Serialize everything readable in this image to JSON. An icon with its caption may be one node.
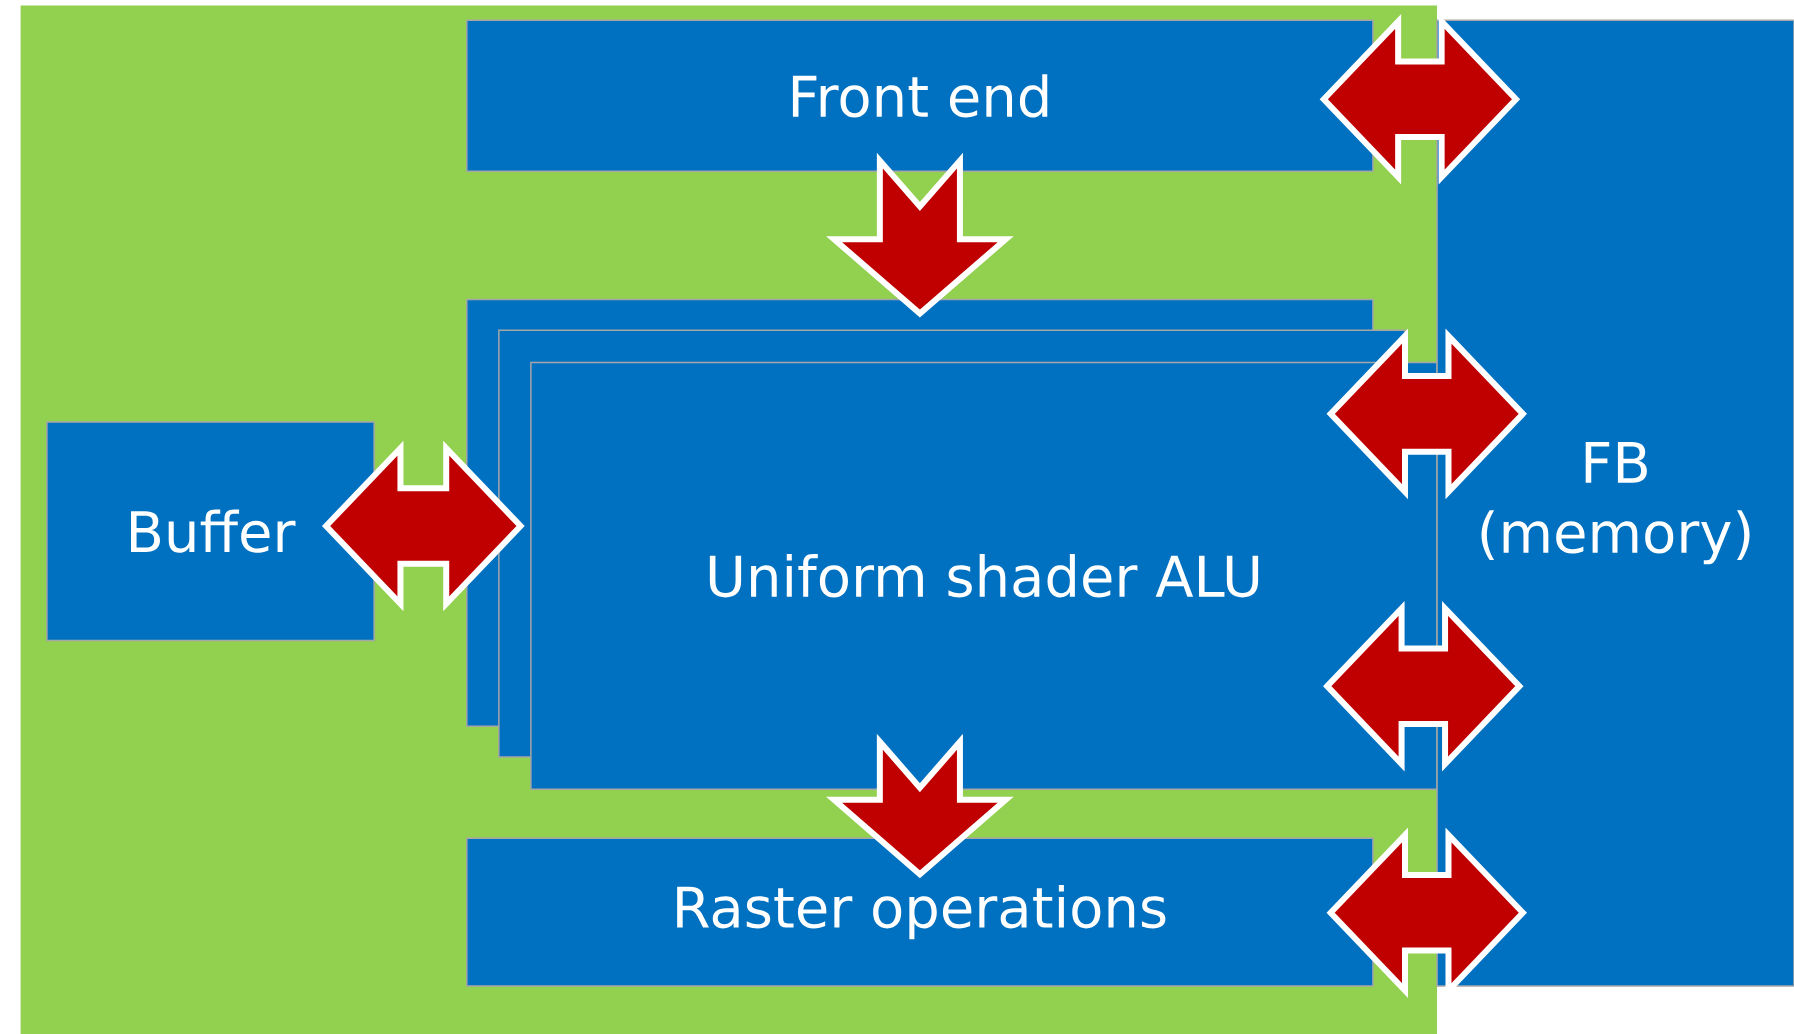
{
  "diagram": {
    "nodes": [
      {
        "text": [],
        "shape": "box"
      },
      {
        "text": [
          "Front end"
        ],
        "in": 0
      },
      {
        "text": [
          "Buffer"
        ],
        "in": 0
      },
      {
        "text": [],
        "shape": "box",
        "in": 0
      },
      {
        "text": [],
        "shape": "box",
        "in": 0
      },
      {
        "text": [
          "Uniform shader ALU"
        ],
        "in": 0
      },
      {
        "text": [
          "Raster operations"
        ],
        "in": 0
      },
      {
        "text": [
          "FB (memory)"
        ]
      }
    ],
    "edges": [
      {
        "from": 1,
        "to": 5,
        "arrow": "to"
      },
      {
        "from": 5,
        "to": 6,
        "arrow": "to"
      },
      {
        "from": 2,
        "to": 5,
        "arrow": "both"
      },
      {
        "from": 1,
        "to": 7,
        "arrow": "both"
      },
      {
        "from": 5,
        "to": 7,
        "arrow": "both"
      },
      {
        "from": 5,
        "to": 7,
        "arrow": "both"
      },
      {
        "from": 6,
        "to": 7,
        "arrow": "both"
      }
    ]
  }
}
